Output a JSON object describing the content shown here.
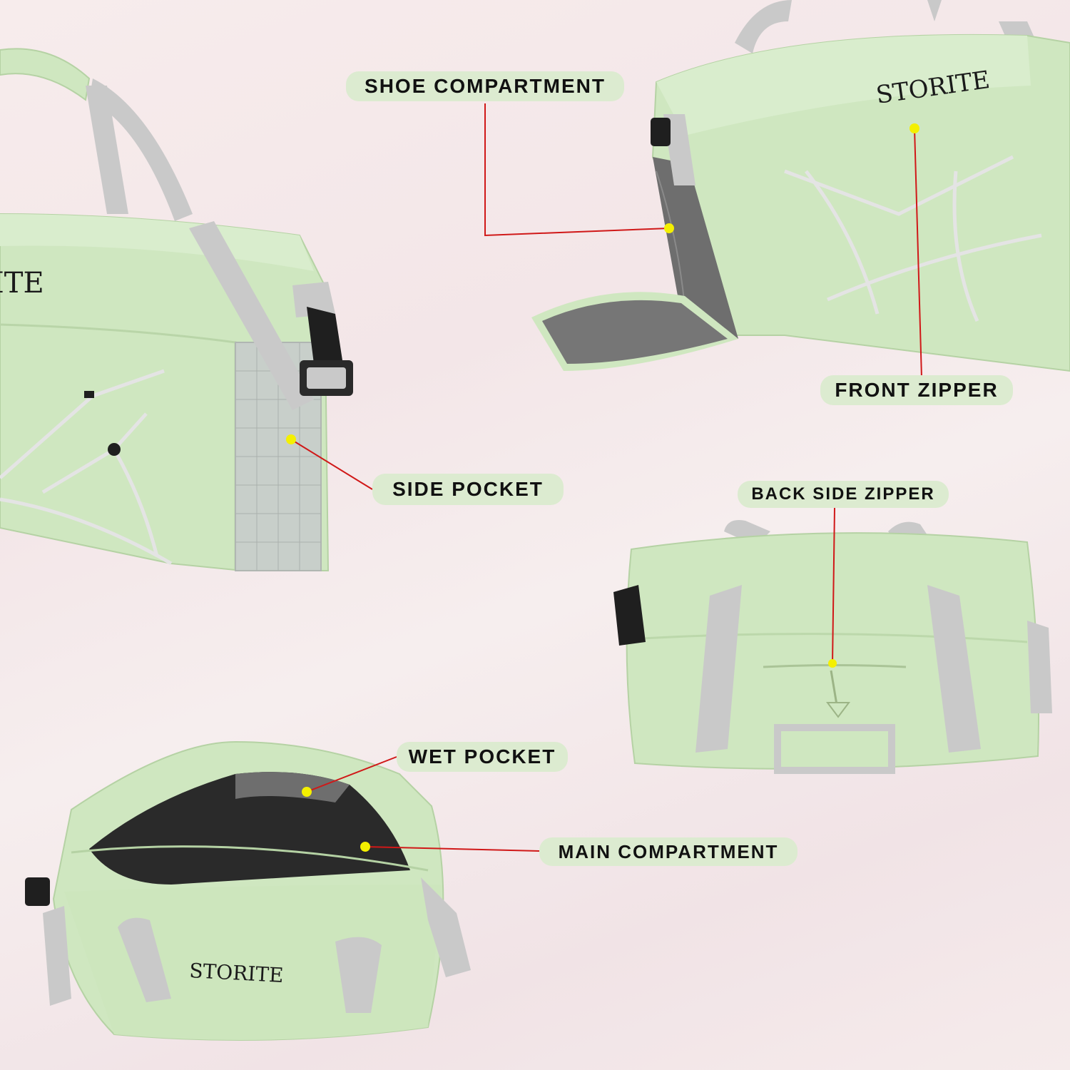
{
  "brand": "STORITE",
  "brand_partial": "ITE",
  "callouts": {
    "shoe_compartment": "SHOE COMPARTMENT",
    "front_zipper": "FRONT ZIPPER",
    "side_pocket": "SIDE POCKET",
    "back_side_zipper": "BACK SIDE ZIPPER",
    "wet_pocket": "WET POCKET",
    "main_compartment": "MAIN COMPARTMENT"
  },
  "colors": {
    "bag_green": "#cfe7c0",
    "strap_grey": "#c9c9c9",
    "lining_grey": "#6e6e6e",
    "leader_line_red": "#d01818",
    "marker_yellow": "#f4f000",
    "label_bg": "#dcebd0"
  }
}
